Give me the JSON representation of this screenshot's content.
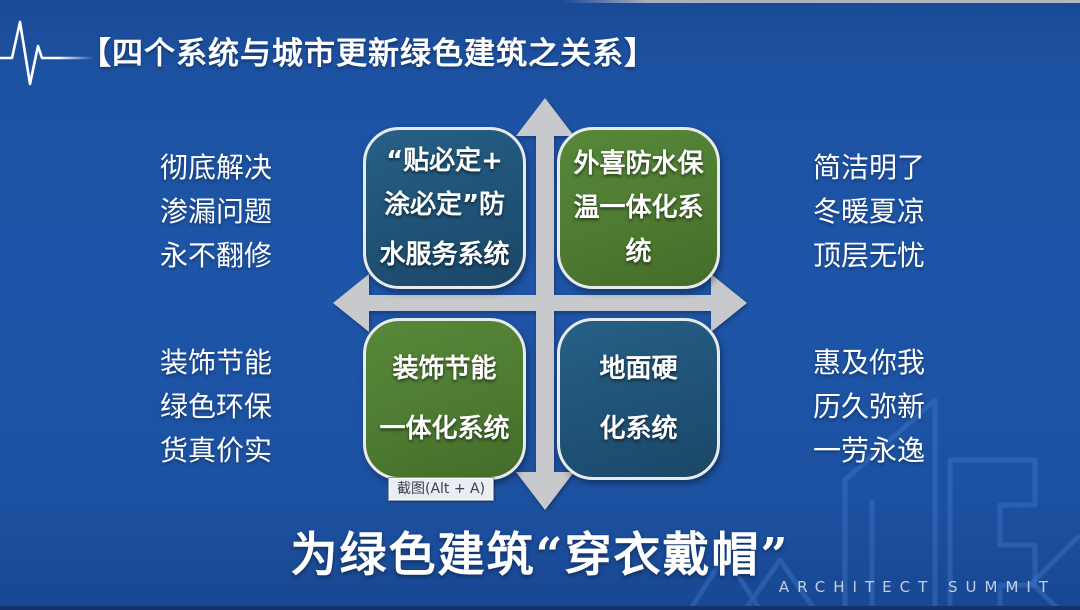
{
  "header": {
    "title": "【四个系统与城市更新绿色建筑之关系】"
  },
  "quadrant": {
    "top_left": {
      "lines": [
        "“贴必定+",
        "涂必定”防",
        "水服务系统"
      ]
    },
    "top_right": {
      "lines": [
        "外喜防水保",
        "温一体化系",
        "统"
      ]
    },
    "bottom_left": {
      "lines": [
        "装饰节能",
        "一体化系统"
      ]
    },
    "bottom_right": {
      "lines": [
        "地面硬",
        "化系统"
      ]
    }
  },
  "annotations": {
    "left_top": {
      "lines": [
        "彻底解决",
        "渗漏问题",
        "永不翻修"
      ]
    },
    "left_bottom": {
      "lines": [
        "装饰节能",
        "绿色环保",
        "货真价实"
      ]
    },
    "right_top": {
      "lines": [
        "简洁明了",
        "冬暖夏凉",
        "顶层无忧"
      ]
    },
    "right_bottom": {
      "lines": [
        "惠及你我",
        "历久弥新",
        "一劳永逸"
      ]
    }
  },
  "footer": {
    "headline": "为绿色建筑“穿衣戴帽”",
    "brand": "ARCHITECT SUMMIT"
  },
  "overlay": {
    "screenshot_tooltip": "截图(Alt + A)"
  },
  "icons": {
    "top_left": "ekg-pulse-icon",
    "axes": "cross-arrows"
  },
  "colors": {
    "background": "#1e55a8",
    "box_navy": "#1f5276",
    "box_green": "#4e7b31",
    "arrow_gray": "#c7c9cc",
    "text": "#ffffff"
  }
}
